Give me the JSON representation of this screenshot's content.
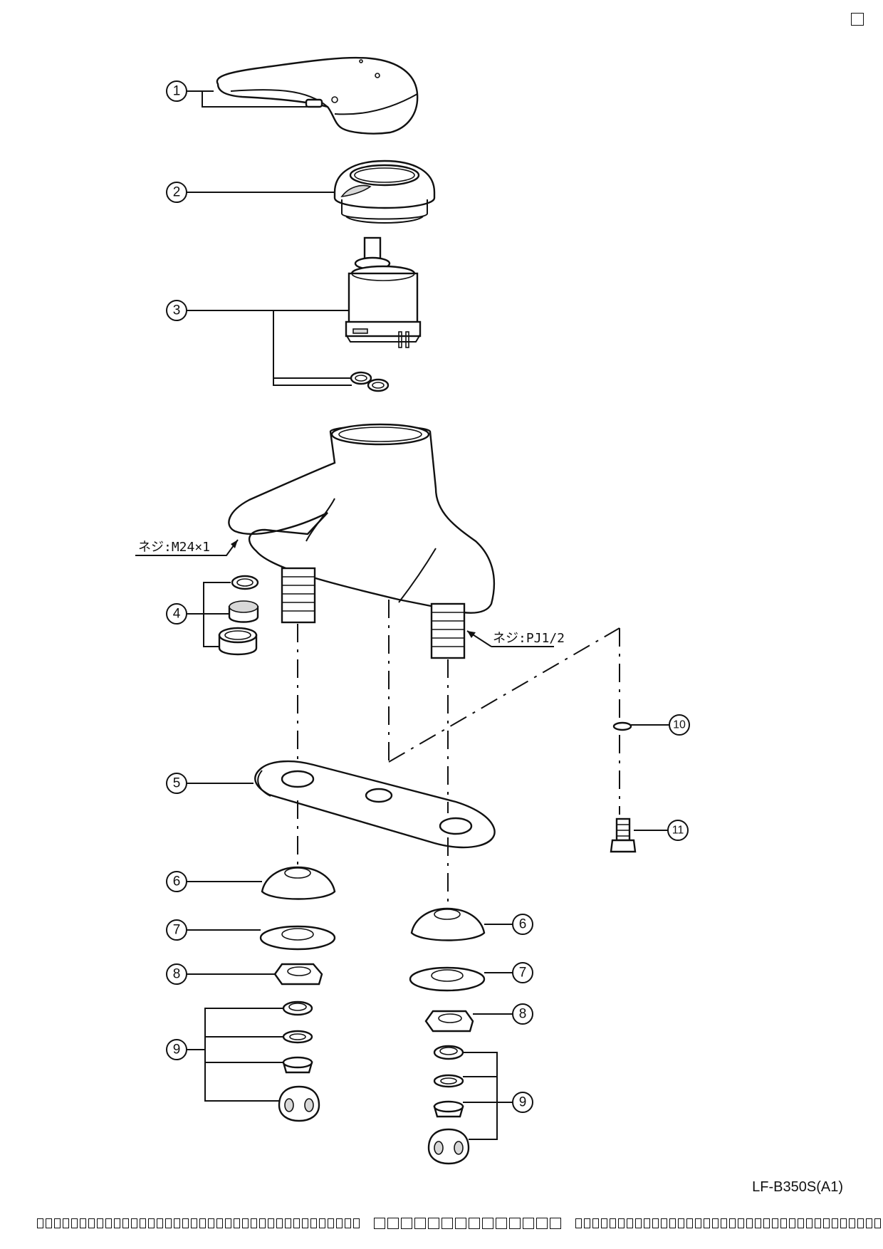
{
  "callouts": [
    {
      "id": "c1",
      "label": "1"
    },
    {
      "id": "c2",
      "label": "2"
    },
    {
      "id": "c3",
      "label": "3"
    },
    {
      "id": "c4",
      "label": "4"
    },
    {
      "id": "c5",
      "label": "5"
    },
    {
      "id": "c6a",
      "label": "6"
    },
    {
      "id": "c6b",
      "label": "6"
    },
    {
      "id": "c7a",
      "label": "7"
    },
    {
      "id": "c7b",
      "label": "7"
    },
    {
      "id": "c8a",
      "label": "8"
    },
    {
      "id": "c8b",
      "label": "8"
    },
    {
      "id": "c9a",
      "label": "9"
    },
    {
      "id": "c9b",
      "label": "9"
    },
    {
      "id": "c10",
      "label": "10"
    },
    {
      "id": "c11",
      "label": "11"
    }
  ],
  "notes": {
    "thread_spout": "ネジ:M24×1",
    "thread_inlet": "ネジ:PJ1/2"
  },
  "model_code": "LF-B350S(A1)"
}
